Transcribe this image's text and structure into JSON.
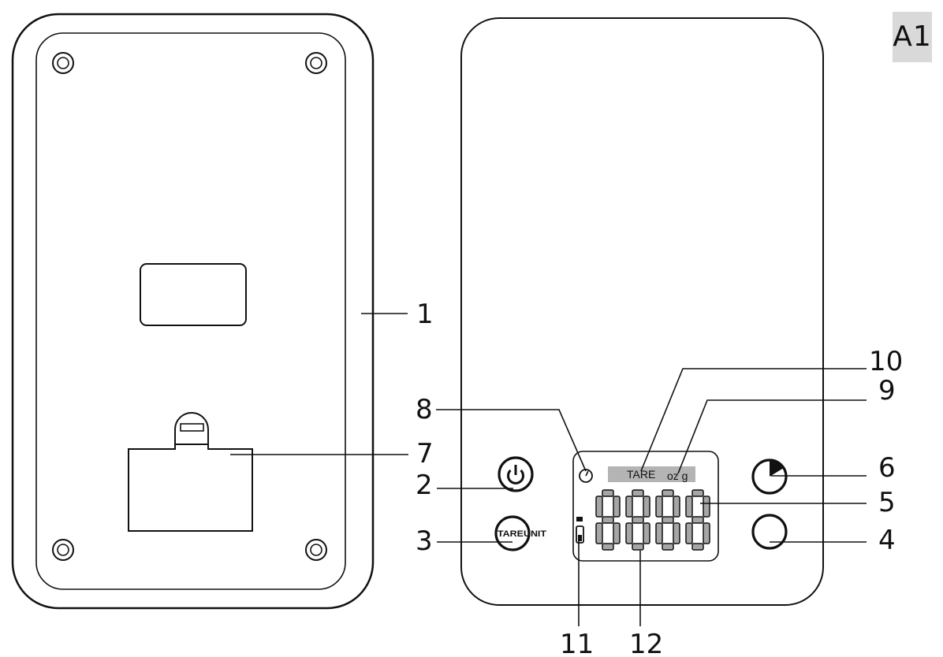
{
  "figure_label": "A1",
  "callouts": {
    "c1": "1",
    "c2": "2",
    "c3": "3",
    "c4": "4",
    "c5": "5",
    "c6": "6",
    "c7": "7",
    "c8": "8",
    "c9": "9",
    "c10": "10",
    "c11": "11",
    "c12": "12"
  },
  "display": {
    "tare_word": "TARE",
    "units_word": "oz g",
    "digits": "8888"
  },
  "buttons": {
    "tare_unit_word": "TAREUNIT"
  },
  "icons": {
    "power": "power-icon",
    "timer": "timer-icon",
    "stability": "stability-indicator-icon",
    "battery": "battery-icon"
  }
}
